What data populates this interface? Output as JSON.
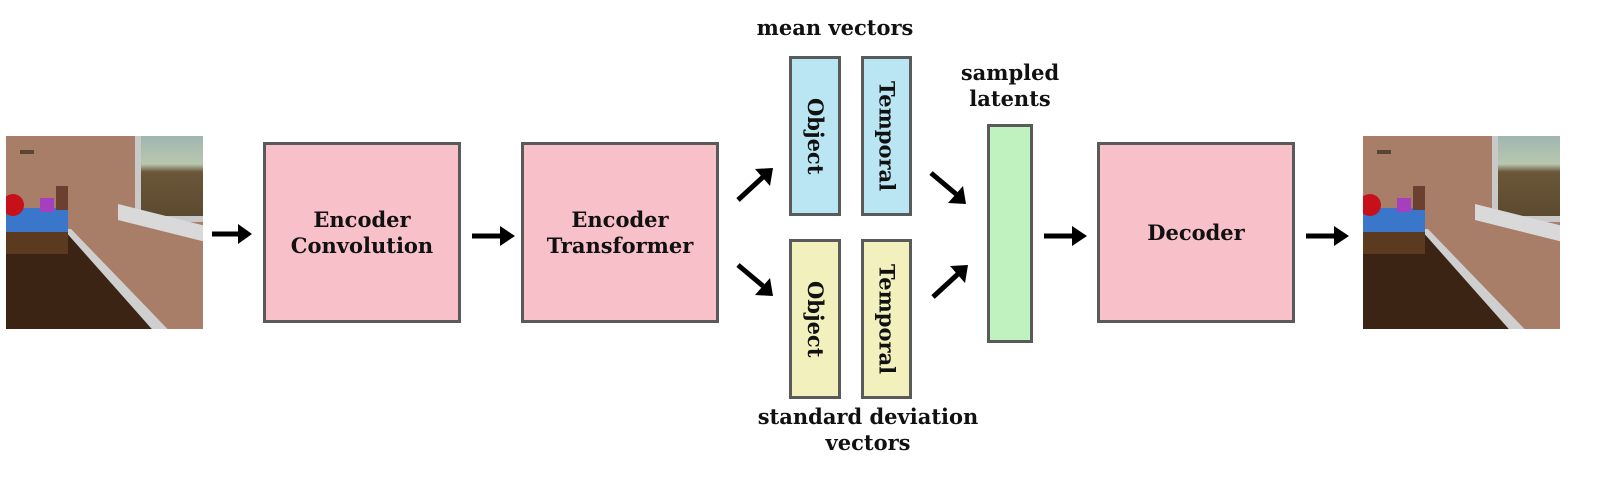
{
  "diagram": {
    "type": "pipeline",
    "title": "",
    "nodes": [
      {
        "id": "input",
        "kind": "image",
        "label": "input frame (room scene)"
      },
      {
        "id": "enc_conv",
        "label": "Encoder Convolution",
        "color": "#f8c0c8"
      },
      {
        "id": "enc_tr",
        "label": "Encoder Transformer",
        "color": "#f8c0c8"
      },
      {
        "id": "mean_obj",
        "label": "Object",
        "color": "#b9e6f2",
        "group": "mean vectors"
      },
      {
        "id": "mean_tmp",
        "label": "Temporal",
        "color": "#b9e6f2",
        "group": "mean vectors"
      },
      {
        "id": "std_obj",
        "label": "Object",
        "color": "#f2f0bd",
        "group": "standard deviation vectors"
      },
      {
        "id": "std_tmp",
        "label": "Temporal",
        "color": "#f2f0bd",
        "group": "standard deviation vectors"
      },
      {
        "id": "latents",
        "label": "sampled latents",
        "color": "#c0f2c0"
      },
      {
        "id": "decoder",
        "label": "Decoder",
        "color": "#f8c0c8"
      },
      {
        "id": "output",
        "kind": "image",
        "label": "reconstructed frame (room scene)"
      }
    ],
    "edges": [
      [
        "input",
        "enc_conv"
      ],
      [
        "enc_conv",
        "enc_tr"
      ],
      [
        "enc_tr",
        "mean vectors"
      ],
      [
        "enc_tr",
        "standard deviation vectors"
      ],
      [
        "mean vectors",
        "latents"
      ],
      [
        "standard deviation vectors",
        "latents"
      ],
      [
        "latents",
        "decoder"
      ],
      [
        "decoder",
        "output"
      ]
    ]
  },
  "labels": {
    "encoder_conv_line1": "Encoder",
    "encoder_conv_line2": "Convolution",
    "encoder_tr_line1": "Encoder",
    "encoder_tr_line2": "Transformer",
    "mean_vectors": "mean vectors",
    "mean_object": "Object",
    "mean_temporal": "Temporal",
    "std_object": "Object",
    "std_temporal": "Temporal",
    "std_line1": "standard deviation",
    "std_line2": "vectors",
    "sampled_line1": "sampled",
    "sampled_line2": "latents",
    "decoder": "Decoder"
  }
}
